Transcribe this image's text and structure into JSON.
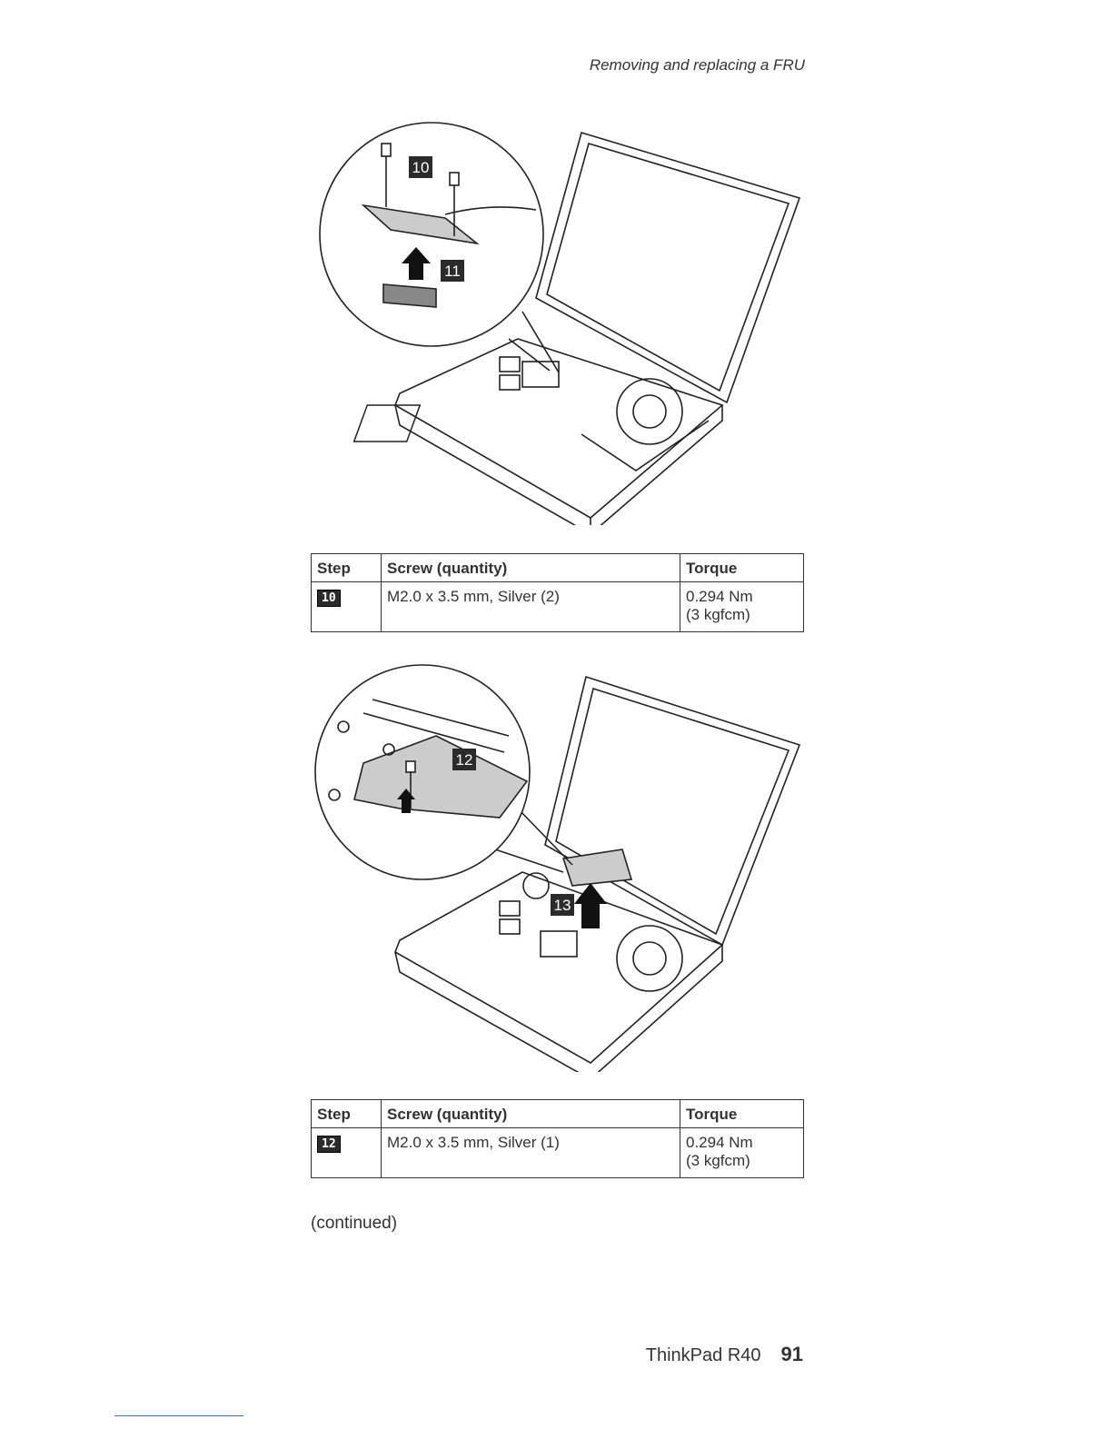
{
  "running_head": "Removing and replacing a FRU",
  "figure1": {
    "callout_a": "10",
    "callout_b": "11"
  },
  "table1": {
    "headers": [
      "Step",
      "Screw (quantity)",
      "Torque"
    ],
    "rows": [
      {
        "step": "10",
        "screw": "M2.0 x 3.5 mm, Silver (2)",
        "torque_line1": "0.294 Nm",
        "torque_line2": "(3 kgfcm)"
      }
    ]
  },
  "figure2": {
    "callout_a": "12",
    "callout_b": "13"
  },
  "table2": {
    "headers": [
      "Step",
      "Screw (quantity)",
      "Torque"
    ],
    "rows": [
      {
        "step": "12",
        "screw": "M2.0 x 3.5 mm, Silver (1)",
        "torque_line1": "0.294 Nm",
        "torque_line2": "(3 kgfcm)"
      }
    ]
  },
  "continued": "(continued)",
  "footer": {
    "product": "ThinkPad R40",
    "page": "91"
  }
}
